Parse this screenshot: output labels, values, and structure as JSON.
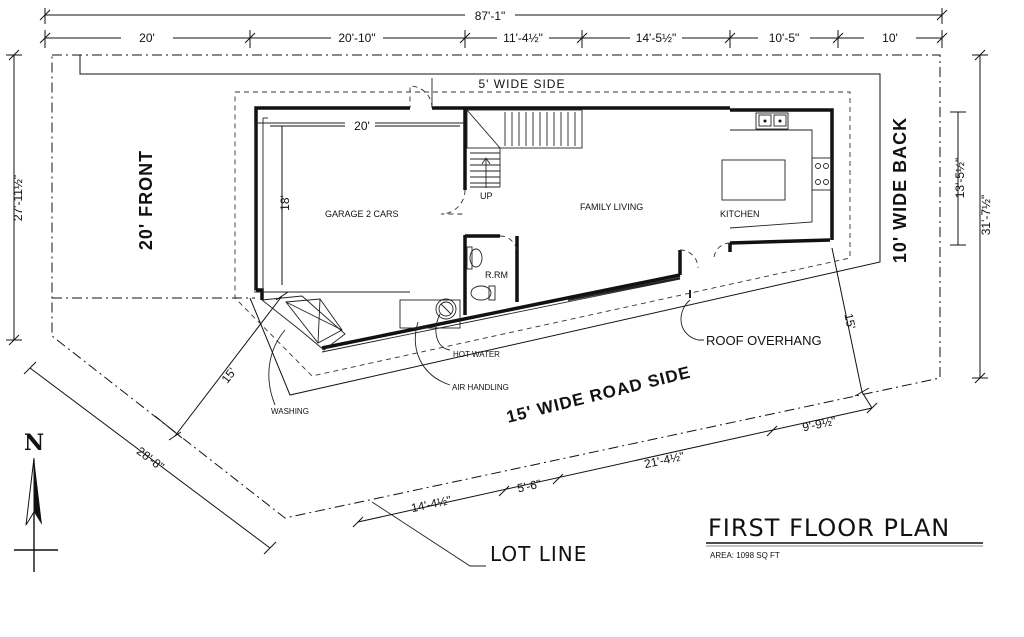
{
  "overall_dimensions": {
    "total_width": "87'-1\"",
    "segments": [
      "20'",
      "20'-10\"",
      "11'-4½\"",
      "14'-5½\"",
      "10'-5\"",
      "10'"
    ],
    "left_depth": "27'-11½\"",
    "right_depth": "31'-7½\"",
    "right_inner": "13'-5½\"",
    "diag_left": "28'-8\"",
    "diag_inner": "15'",
    "diag_right": "15'",
    "road_segments": [
      "14'-4½\"",
      "5'-6\"",
      "21'-4½\"",
      "9'-9½\""
    ]
  },
  "setbacks": {
    "front": "20' FRONT",
    "side": "5' WIDE SIDE",
    "back": "10' WIDE BACK",
    "road": "15' WIDE ROAD SIDE"
  },
  "rooms": {
    "garage": "GARAGE 2 CARS",
    "garage_width": "20'",
    "garage_depth": "18'",
    "family": "FAMILY LIVING",
    "kitchen": "KITCHEN",
    "restroom": "R.RM",
    "stairs_up": "UP"
  },
  "callouts": {
    "roof": "ROOF  OVERHANG",
    "hot_water": "HOT WATER",
    "air": "AIR HANDLING",
    "washing": "WASHING"
  },
  "labels": {
    "lot_line": "LOT LINE",
    "north": "N"
  },
  "title_block": {
    "title": "FIRST FLOOR PLAN",
    "area": "AREA: 1098 SQ FT"
  }
}
